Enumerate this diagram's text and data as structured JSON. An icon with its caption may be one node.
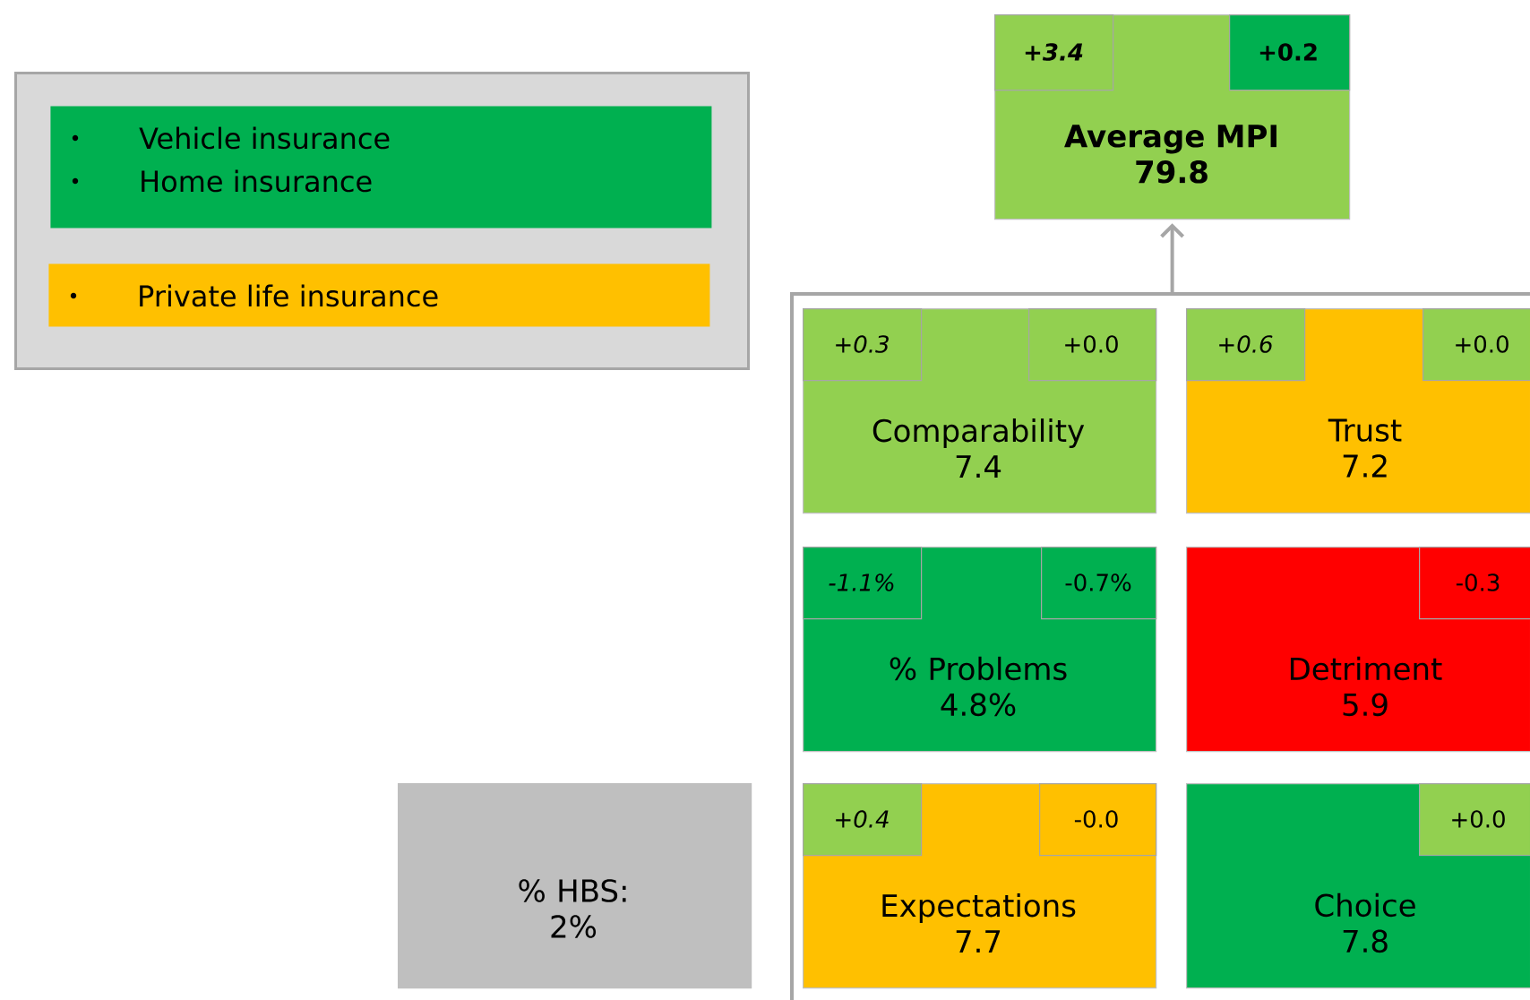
{
  "diagram": {
    "nodes": [
      {
        "text": [],
        "shape": "box"
      },
      {
        "text": [
          "Vehicle insurance",
          "Home insurance"
        ],
        "in": 0
      },
      {
        "text": [
          "Private life insurance"
        ],
        "in": 0
      },
      {
        "text": [
          "Average MPI",
          "79.8"
        ]
      },
      {
        "text": [
          "+3.4"
        ],
        "in": 3
      },
      {
        "text": [
          "+0.2"
        ],
        "in": 3
      },
      {
        "text": [],
        "shape": "box"
      },
      {
        "text": [
          "Comparability",
          "7.4"
        ],
        "in": 6
      },
      {
        "text": [
          "+0.3"
        ],
        "in": 7
      },
      {
        "text": [
          "+0.0"
        ],
        "in": 7
      },
      {
        "text": [
          "Trust",
          "7.2"
        ],
        "in": 6
      },
      {
        "text": [
          "+0.6"
        ],
        "in": 10
      },
      {
        "text": [
          "+0.0"
        ],
        "in": 10
      },
      {
        "text": [
          "% Problems",
          "4.8%"
        ],
        "in": 6
      },
      {
        "text": [
          "-1.1%"
        ],
        "in": 13
      },
      {
        "text": [
          "-0.7%"
        ],
        "in": 13
      },
      {
        "text": [
          "Detriment",
          "5.9"
        ],
        "in": 6
      },
      {
        "text": [
          "-0.3"
        ],
        "in": 16
      },
      {
        "text": [
          "Expectations",
          "7.7"
        ],
        "in": 6
      },
      {
        "text": [
          "+0.4"
        ],
        "in": 18
      },
      {
        "text": [
          "-0.0"
        ],
        "in": 18
      },
      {
        "text": [
          "Choice",
          "7.8"
        ],
        "in": 6
      },
      {
        "text": [
          "+0.0"
        ],
        "in": 21
      },
      {
        "text": [
          "% HBS: 2%"
        ]
      }
    ],
    "edges": [
      {
        "from": 6,
        "to": 3,
        "arrow": "to"
      }
    ]
  }
}
